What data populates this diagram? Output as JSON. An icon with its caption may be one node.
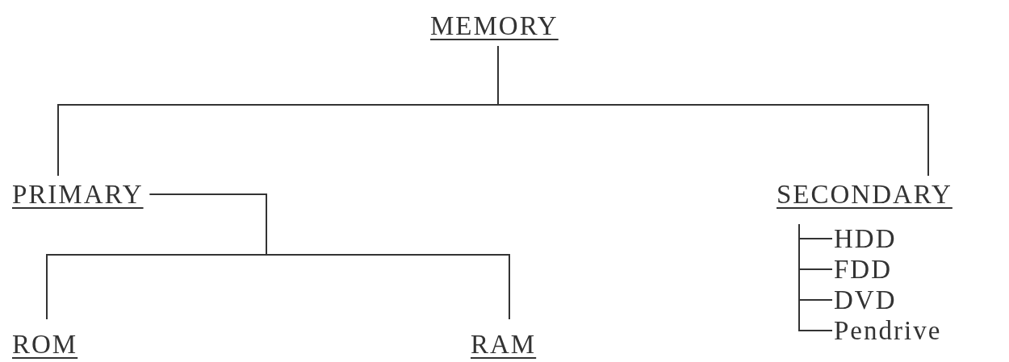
{
  "diagram": {
    "nodes": [
      {
        "text": [
          "MEMORY"
        ]
      },
      {
        "text": [
          "PRIMARY"
        ]
      },
      {
        "text": [
          "SECONDARY"
        ]
      },
      {
        "text": [
          "ROM"
        ]
      },
      {
        "text": [
          "RAM"
        ]
      },
      {
        "text": [
          "HDD"
        ]
      },
      {
        "text": [
          "FDD"
        ]
      },
      {
        "text": [
          "DVD"
        ]
      },
      {
        "text": [
          "Pendrive"
        ]
      }
    ],
    "edges": [
      {
        "from": 0,
        "to": 1,
        "arrow": "none"
      },
      {
        "from": 0,
        "to": 2,
        "arrow": "none"
      },
      {
        "from": 1,
        "to": 3,
        "arrow": "none"
      },
      {
        "from": 1,
        "to": 4,
        "arrow": "none"
      },
      {
        "from": 2,
        "to": 5,
        "arrow": "none"
      },
      {
        "from": 2,
        "to": 6,
        "arrow": "none"
      },
      {
        "from": 2,
        "to": 7,
        "arrow": "none"
      },
      {
        "from": 2,
        "to": 8,
        "arrow": "none"
      }
    ]
  }
}
